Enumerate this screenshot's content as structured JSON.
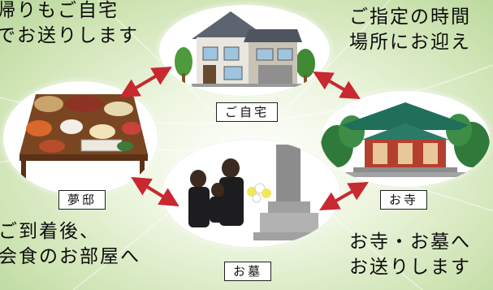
{
  "captions": {
    "home_pickup": [
      "帰りもご自宅",
      "でお送りします"
    ],
    "pickup_time": [
      "ご指定の時間",
      "場所にお迎え"
    ],
    "after_arrival": [
      "ご到着後、",
      "会食のお部屋へ"
    ],
    "to_temple": [
      "お寺・お墓へ",
      "お送りします"
    ]
  },
  "nodes": {
    "home": "ご自宅",
    "temple": "お寺",
    "grave": "お墓",
    "restaurant": "夢邸"
  },
  "colors": {
    "arrow": "#c8282f",
    "background": "#cfe4b4"
  }
}
